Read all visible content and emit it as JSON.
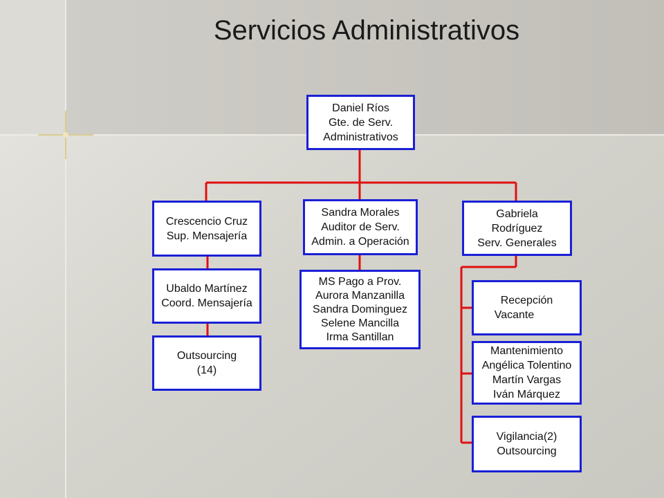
{
  "title": "Servicios Administrativos",
  "colors": {
    "box_border": "#1a1fd6",
    "connector": "#e01010",
    "background": "#d6d5cf"
  },
  "boxes": {
    "director": {
      "lines": [
        "Daniel Ríos",
        "Gte. de  Serv.",
        "Administrativos"
      ]
    },
    "mensajeria_sup": {
      "lines": [
        "Crescencio Cruz",
        "Sup. Mensajería"
      ]
    },
    "mensajeria_coord": {
      "lines": [
        "Ubaldo Martínez",
        "Coord. Mensajería"
      ]
    },
    "mensajeria_out": {
      "lines": [
        "Outsourcing",
        "(14)"
      ]
    },
    "auditor": {
      "lines": [
        "Sandra Morales",
        "Auditor de Serv.",
        "Admin. a Operación"
      ]
    },
    "pago_prov": {
      "lines": [
        "MS Pago a Prov.",
        "Aurora Manzanilla",
        "Sandra Dominguez",
        "Selene Mancilla",
        "Irma Santillan"
      ]
    },
    "generales": {
      "lines": [
        "Gabriela",
        "Rodríguez",
        "Serv.  Generales"
      ]
    },
    "recepcion": {
      "lines": [
        "Recepción",
        "Vacante"
      ]
    },
    "mantenimiento": {
      "lines": [
        "Mantenimiento",
        "Angélica Tolentino",
        "Martín Vargas",
        "Iván Márquez"
      ]
    },
    "vigilancia": {
      "lines": [
        "Vigilancia(2)",
        "Outsourcing"
      ]
    }
  }
}
